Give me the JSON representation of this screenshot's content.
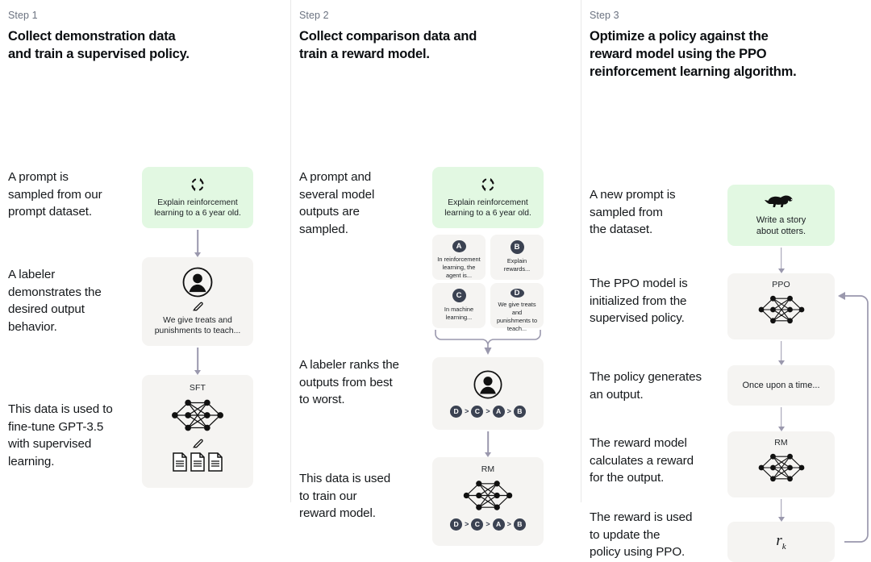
{
  "diagram": {
    "title_semantic": "RLHF three step training diagram",
    "colors": {
      "prompt_green": "#E2F8E2",
      "panel_gray": "#F5F4F2",
      "arrow": "#9A98AD",
      "badge": "#3B4252",
      "step_label": "#6B7280"
    }
  },
  "columns": [
    {
      "step_label": "Step 1",
      "title": "Collect demonstration data\nand train a supervised policy.",
      "captions": [
        "A prompt is\nsampled from our\nprompt dataset.",
        "A labeler\ndemonstrates the\ndesired output\nbehavior.",
        "This data is used to\nfine-tune GPT-3.5\nwith supervised\nlearning."
      ],
      "boxes": [
        {
          "icon": "refresh-circular-arrows-icon",
          "text": "Explain reinforcement\nlearning to a 6 year old.",
          "style": "green"
        },
        {
          "icon": "person-labeler-icon",
          "secondary_icon": "pencil-icon",
          "text": "We give treats and\npunishments to teach...",
          "style": "gray"
        },
        {
          "label": "SFT",
          "icon": "neural-network-icon",
          "secondary_icon": "pencil-icon",
          "tertiary_icon": "documents-icon",
          "style": "gray"
        }
      ]
    },
    {
      "step_label": "Step 2",
      "title": "Collect comparison data and\ntrain a reward model.",
      "captions": [
        "A prompt and\nseveral model\noutputs are\nsampled.",
        "A labeler ranks the\noutputs from best\nto worst.",
        "This data is used\nto train our\nreward model."
      ],
      "boxes": [
        {
          "icon": "refresh-circular-arrows-icon",
          "text": "Explain reinforcement\nlearning to a 6 year old.",
          "style": "green"
        },
        {
          "icon": "person-labeler-icon",
          "ranking": [
            "D",
            "C",
            "A",
            "B"
          ],
          "style": "gray"
        },
        {
          "label": "RM",
          "icon": "neural-network-icon",
          "ranking": [
            "D",
            "C",
            "A",
            "B"
          ],
          "style": "gray"
        }
      ],
      "options": [
        {
          "badge": "A",
          "text": "In reinforcement\nlearning, the\nagent is..."
        },
        {
          "badge": "B",
          "text": "Explain rewards..."
        },
        {
          "badge": "C",
          "text": "In machine\nlearning..."
        },
        {
          "badge": "D",
          "text": "We give treats and\npunishments to\nteach..."
        }
      ]
    },
    {
      "step_label": "Step 3",
      "title": "Optimize a policy against the\nreward model using the PPO\nreinforcement learning algorithm.",
      "captions": [
        "A new prompt is\nsampled from\nthe dataset.",
        "The PPO model is\ninitialized from the\nsupervised policy.",
        "The policy generates\nan output.",
        "The reward model\ncalculates a reward\nfor the output.",
        "The reward is used\nto update the\npolicy using PPO."
      ],
      "boxes": [
        {
          "icon": "otter-icon",
          "text": "Write a story\nabout otters.",
          "style": "green"
        },
        {
          "label": "PPO",
          "icon": "neural-network-icon",
          "style": "gray"
        },
        {
          "text": "Once upon a time...",
          "style": "gray"
        },
        {
          "label": "RM",
          "icon": "neural-network-icon",
          "style": "gray"
        },
        {
          "formula": "r",
          "formula_sub": "k",
          "style": "gray"
        }
      ],
      "feedback_loop": "reward-feedback-arrow"
    }
  ]
}
